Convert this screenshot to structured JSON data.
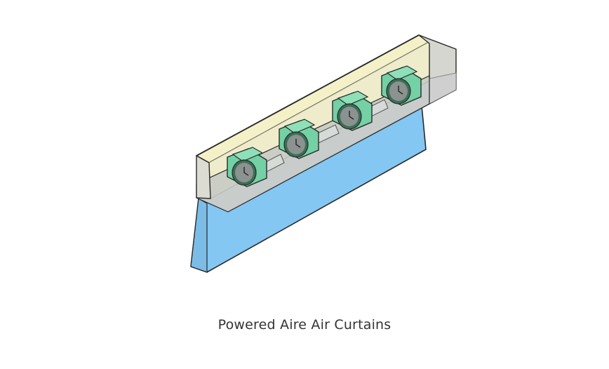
{
  "figure": {
    "caption": "Powered Aire Air Curtains",
    "illustration_icon": "air-curtain-illustration",
    "fan_count": 4,
    "colors": {
      "housing_top": "#f4f1c8",
      "housing_face": "#c9cdca",
      "housing_back": "#e3e3dc",
      "air_stream": "#83c7f2",
      "fan_body": "#73d1a5",
      "fan_dark": "#3c6e58",
      "fan_face": "#8b928f",
      "shaft": "#d6dbd8",
      "outline": "#2a2a2a"
    }
  }
}
